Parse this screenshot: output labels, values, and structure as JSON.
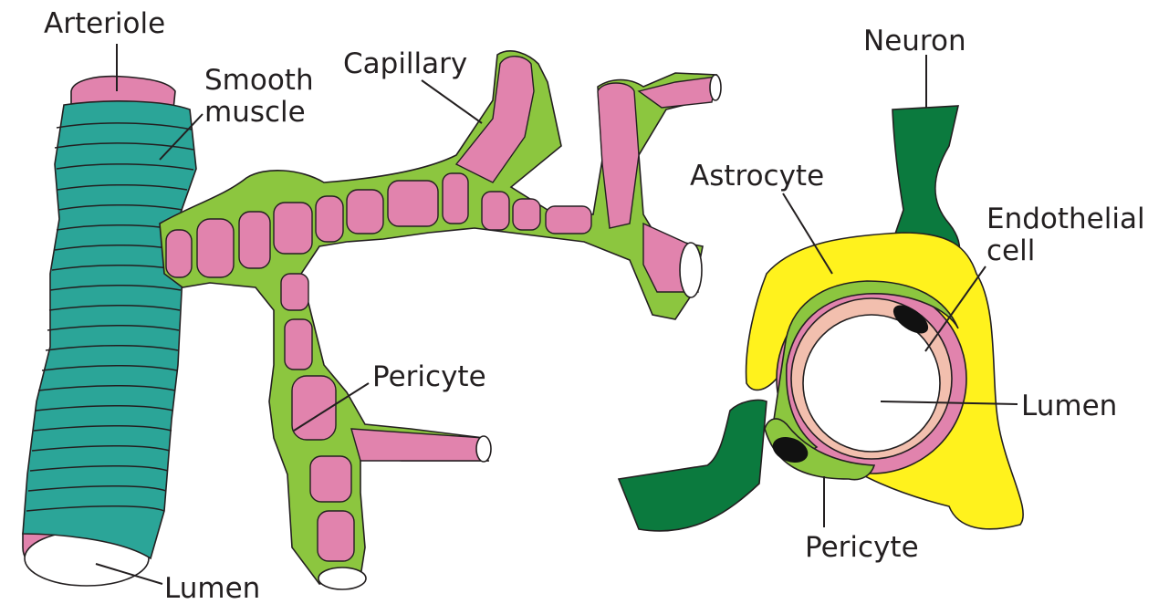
{
  "labels": {
    "arteriole": "Arteriole",
    "smooth_muscle_line1": "Smooth",
    "smooth_muscle_line2": "muscle",
    "capillary": "Capillary",
    "pericyte_left": "Pericyte",
    "lumen_left": "Lumen",
    "neuron": "Neuron",
    "astrocyte": "Astrocyte",
    "endothelial_line1": "Endothelial",
    "endothelial_line2": "cell",
    "lumen_right": "Lumen",
    "pericyte_right": "Pericyte"
  },
  "colors": {
    "endothelium_pink": "#e183ad",
    "smooth_muscle_teal": "#2ba598",
    "pericyte_green": "#8cc63f",
    "astrocyte_yellow": "#fff21d",
    "neuron_dark_green": "#0b7a3e",
    "endothelial_inner_peach": "#f2bfae",
    "nucleus_black": "#111111",
    "outline": "#231f20"
  }
}
